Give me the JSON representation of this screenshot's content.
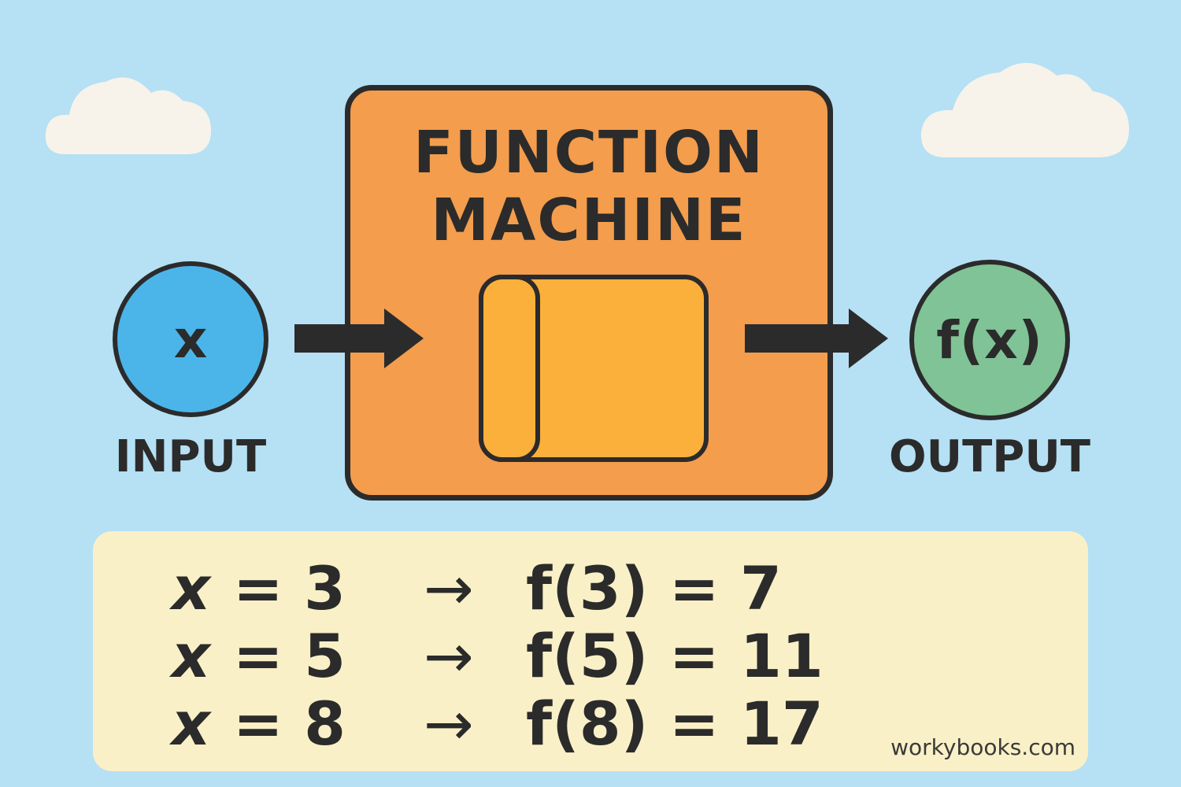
{
  "colors": {
    "background": "#b6e0f4",
    "machine": "#f39d4d",
    "inner_box": "#fbb03b",
    "input_node": "#4bb5ea",
    "output_node": "#80c396",
    "table_panel": "#faf0c7",
    "outline": "#2b2b2b",
    "cloud": "#f7f3ea"
  },
  "machine": {
    "title_line1": "FUNCTION",
    "title_line2": "MACHINE"
  },
  "input": {
    "symbol": "x",
    "label": "INPUT"
  },
  "output": {
    "symbol": "f(x)",
    "label": "OUTPUT"
  },
  "icons": {
    "arrow_in": "right-arrow-icon",
    "arrow_out": "right-arrow-icon",
    "clouds": "cloud-icon"
  },
  "examples": [
    {
      "var": "x",
      "input": "= 3",
      "arrow": "→",
      "output": "f(3) = 7"
    },
    {
      "var": "x",
      "input": "= 5",
      "arrow": "→",
      "output": "f(5) = 11"
    },
    {
      "var": "x",
      "input": "= 8",
      "arrow": "→",
      "output": "f(8) = 17"
    }
  ],
  "watermark": "workybooks.com"
}
